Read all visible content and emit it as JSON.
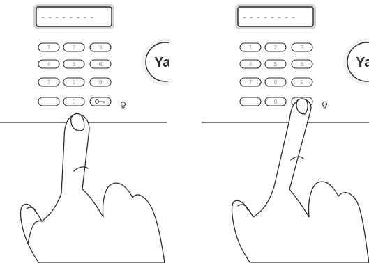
{
  "panels": [
    {
      "display": "--------",
      "keys": [
        "1",
        "2",
        "3",
        "4",
        "5",
        "6",
        "7",
        "8",
        "9",
        "",
        "0",
        ""
      ],
      "logo": "Yal",
      "finger_target": "0"
    },
    {
      "display": "--------",
      "keys": [
        "1",
        "2",
        "3",
        "4",
        "5",
        "6",
        "7",
        "8",
        "9",
        "",
        "0",
        ""
      ],
      "logo": "Yal",
      "finger_target": "key"
    }
  ],
  "icons": {
    "key_button": "key-icon",
    "indicator": "bulb-icon"
  }
}
